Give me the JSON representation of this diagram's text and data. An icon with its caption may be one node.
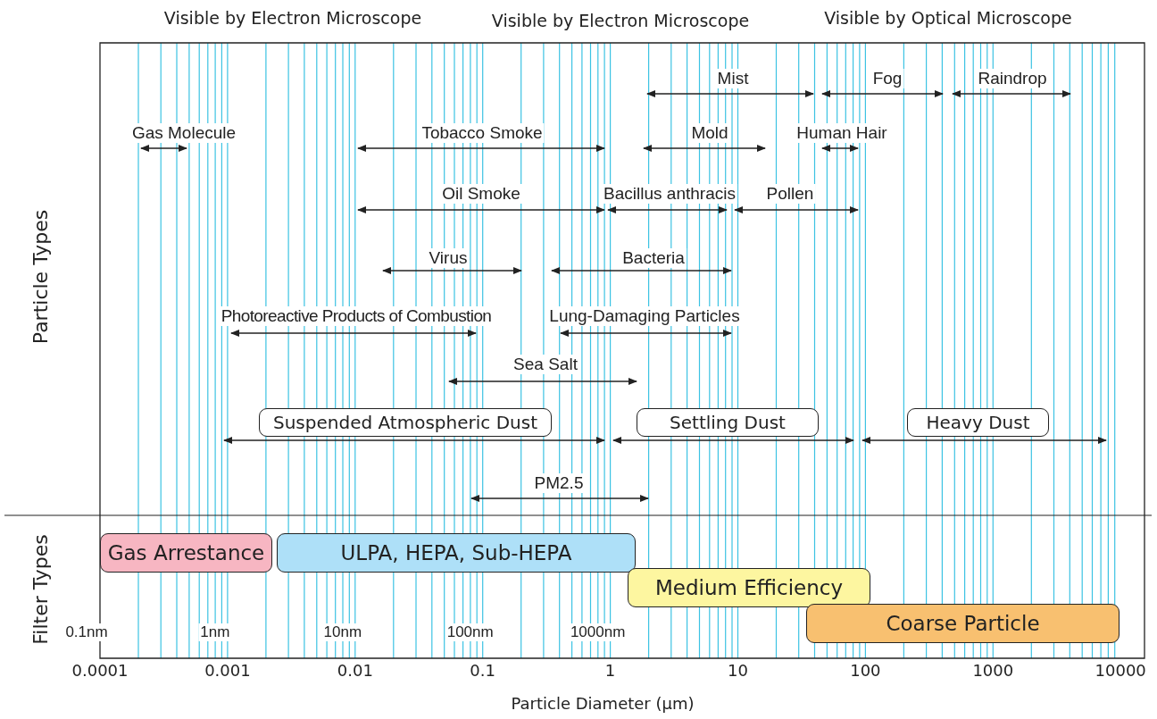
{
  "diagram": {
    "nodes": [
      {
        "text": [
          "Suspended Atmospheric Dust"
        ]
      },
      {
        "text": [
          "Settling Dust"
        ]
      },
      {
        "text": [
          "Heavy Dust"
        ]
      },
      {
        "text": [
          "Gas Arrestance"
        ]
      },
      {
        "text": [
          "ULPA, HEPA, Sub-HEPA"
        ]
      },
      {
        "text": [
          "Medium Efficiency"
        ]
      },
      {
        "text": [
          "Coarse Particle"
        ]
      }
    ],
    "labels": [
      "Visible by Electron Microscope",
      "Visible by Electron Microscope",
      "Visible by Optical Microscope",
      "Particle Types",
      "Mist",
      "Fog",
      "Raindrop",
      "Gas Molecule",
      "Tobacco Smoke",
      "Mold",
      "Human Hair",
      "Oil Smoke",
      "Bacillus anthracis",
      "Pollen",
      "Virus",
      "Bacteria",
      "Photoreactive Products of Combustion",
      "Lung-Damaging Particles",
      "Sea Salt",
      "PM2.5",
      "Filter Types",
      "0.1nm",
      "1nm",
      "10nm",
      "100nm",
      "1000nm",
      "0.0001",
      "0.001",
      "0.01",
      "0.1",
      "1",
      "10",
      "100",
      "1000",
      "10000",
      "Particle Diameter (µm)"
    ]
  }
}
